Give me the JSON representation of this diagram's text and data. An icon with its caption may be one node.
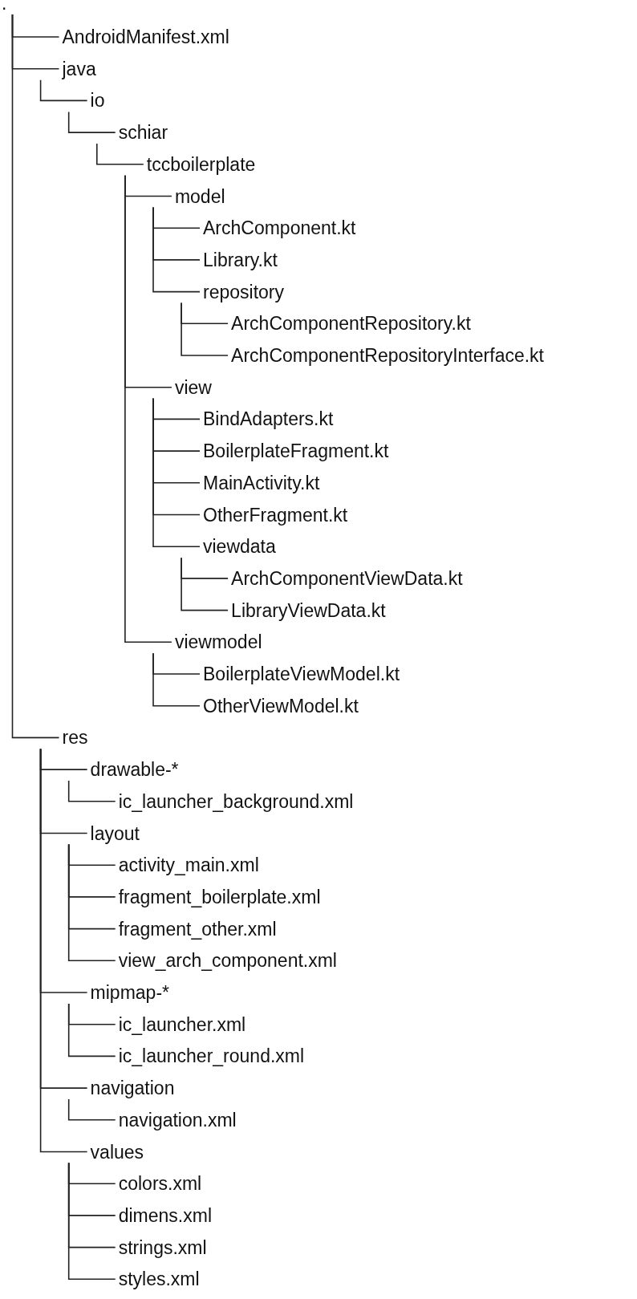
{
  "diagram": {
    "nodes": [
      {
        "text": [
          "."
        ]
      },
      {
        "text": [
          "AndroidManifest.xml"
        ]
      },
      {
        "text": [
          "java"
        ]
      },
      {
        "text": [
          "io"
        ]
      },
      {
        "text": [
          "schiar"
        ]
      },
      {
        "text": [
          "tccboilerplate"
        ]
      },
      {
        "text": [
          "model"
        ]
      },
      {
        "text": [
          "ArchComponent.kt"
        ]
      },
      {
        "text": [
          "Library.kt"
        ]
      },
      {
        "text": [
          "repository"
        ]
      },
      {
        "text": [
          "ArchComponentRepository.kt"
        ]
      },
      {
        "text": [
          "ArchComponentRepositoryInterface.kt"
        ]
      },
      {
        "text": [
          "view"
        ]
      },
      {
        "text": [
          "BindAdapters.kt"
        ]
      },
      {
        "text": [
          "BoilerplateFragment.kt"
        ]
      },
      {
        "text": [
          "MainActivity.kt"
        ]
      },
      {
        "text": [
          "OtherFragment.kt"
        ]
      },
      {
        "text": [
          "viewdata"
        ]
      },
      {
        "text": [
          "ArchComponentViewData.kt"
        ]
      },
      {
        "text": [
          "LibraryViewData.kt"
        ]
      },
      {
        "text": [
          "viewmodel"
        ]
      },
      {
        "text": [
          "BoilerplateViewModel.kt"
        ]
      },
      {
        "text": [
          "OtherViewModel.kt"
        ]
      },
      {
        "text": [
          "res"
        ]
      },
      {
        "text": [
          "drawable-*"
        ]
      },
      {
        "text": [
          "ic_launcher_background.xml"
        ]
      },
      {
        "text": [
          "layout"
        ]
      },
      {
        "text": [
          "activity_main.xml"
        ]
      },
      {
        "text": [
          "fragment_boilerplate.xml"
        ]
      },
      {
        "text": [
          "fragment_other.xml"
        ]
      },
      {
        "text": [
          "view_arch_component.xml"
        ]
      },
      {
        "text": [
          "mipmap-*"
        ]
      },
      {
        "text": [
          "ic_launcher.xml"
        ]
      },
      {
        "text": [
          "ic_launcher_round.xml"
        ]
      },
      {
        "text": [
          "navigation"
        ]
      },
      {
        "text": [
          "navigation.xml"
        ]
      },
      {
        "text": [
          "values"
        ]
      },
      {
        "text": [
          "colors.xml"
        ]
      },
      {
        "text": [
          "dimens.xml"
        ]
      },
      {
        "text": [
          "strings.xml"
        ]
      },
      {
        "text": [
          "styles.xml"
        ]
      }
    ],
    "edges": [
      {
        "from": 0,
        "to": 1,
        "arrow": "none"
      },
      {
        "from": 0,
        "to": 2,
        "arrow": "none"
      },
      {
        "from": 2,
        "to": 3,
        "arrow": "none"
      },
      {
        "from": 3,
        "to": 4,
        "arrow": "none"
      },
      {
        "from": 4,
        "to": 5,
        "arrow": "none"
      },
      {
        "from": 5,
        "to": 6,
        "arrow": "none"
      },
      {
        "from": 6,
        "to": 7,
        "arrow": "none"
      },
      {
        "from": 6,
        "to": 8,
        "arrow": "none"
      },
      {
        "from": 6,
        "to": 9,
        "arrow": "none"
      },
      {
        "from": 9,
        "to": 10,
        "arrow": "none"
      },
      {
        "from": 9,
        "to": 11,
        "arrow": "none"
      },
      {
        "from": 5,
        "to": 12,
        "arrow": "none"
      },
      {
        "from": 12,
        "to": 13,
        "arrow": "none"
      },
      {
        "from": 12,
        "to": 14,
        "arrow": "none"
      },
      {
        "from": 12,
        "to": 15,
        "arrow": "none"
      },
      {
        "from": 12,
        "to": 16,
        "arrow": "none"
      },
      {
        "from": 12,
        "to": 17,
        "arrow": "none"
      },
      {
        "from": 17,
        "to": 18,
        "arrow": "none"
      },
      {
        "from": 17,
        "to": 19,
        "arrow": "none"
      },
      {
        "from": 5,
        "to": 20,
        "arrow": "none"
      },
      {
        "from": 20,
        "to": 21,
        "arrow": "none"
      },
      {
        "from": 20,
        "to": 22,
        "arrow": "none"
      },
      {
        "from": 0,
        "to": 23,
        "arrow": "none"
      },
      {
        "from": 23,
        "to": 24,
        "arrow": "none"
      },
      {
        "from": 24,
        "to": 25,
        "arrow": "none"
      },
      {
        "from": 23,
        "to": 26,
        "arrow": "none"
      },
      {
        "from": 26,
        "to": 27,
        "arrow": "none"
      },
      {
        "from": 26,
        "to": 28,
        "arrow": "none"
      },
      {
        "from": 26,
        "to": 29,
        "arrow": "none"
      },
      {
        "from": 26,
        "to": 30,
        "arrow": "none"
      },
      {
        "from": 23,
        "to": 31,
        "arrow": "none"
      },
      {
        "from": 31,
        "to": 32,
        "arrow": "none"
      },
      {
        "from": 31,
        "to": 33,
        "arrow": "none"
      },
      {
        "from": 23,
        "to": 34,
        "arrow": "none"
      },
      {
        "from": 34,
        "to": 35,
        "arrow": "none"
      },
      {
        "from": 23,
        "to": 36,
        "arrow": "none"
      },
      {
        "from": 36,
        "to": 37,
        "arrow": "none"
      },
      {
        "from": 36,
        "to": 38,
        "arrow": "none"
      },
      {
        "from": 36,
        "to": 39,
        "arrow": "none"
      },
      {
        "from": 36,
        "to": 40,
        "arrow": "none"
      }
    ]
  }
}
